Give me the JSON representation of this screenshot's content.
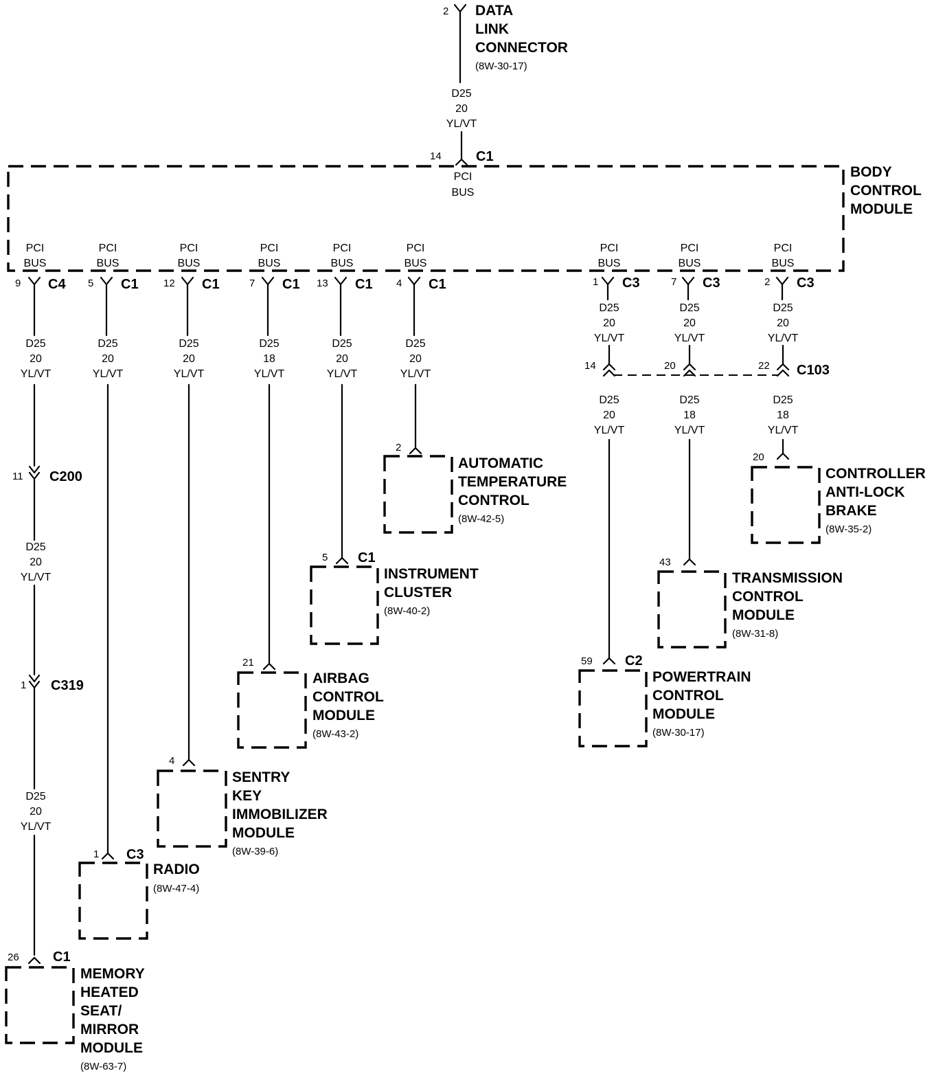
{
  "data_link_connector": {
    "pin": "2",
    "name": [
      "DATA",
      "LINK",
      "CONNECTOR"
    ],
    "ref": "(8W-30-17)",
    "wire": [
      "D25",
      "20",
      "YL/VT"
    ]
  },
  "body_control_module": {
    "name": [
      "BODY",
      "CONTROL",
      "MODULE"
    ],
    "top_pin": "14",
    "top_conn": "C1",
    "bus_label": [
      "PCI",
      "BUS"
    ],
    "bottom_pins": [
      {
        "pin": "9",
        "conn": "C4"
      },
      {
        "pin": "5",
        "conn": "C1"
      },
      {
        "pin": "12",
        "conn": "C1"
      },
      {
        "pin": "7",
        "conn": "C1"
      },
      {
        "pin": "13",
        "conn": "C1"
      },
      {
        "pin": "4",
        "conn": "C1"
      },
      {
        "pin": "1",
        "conn": "C3"
      },
      {
        "pin": "7",
        "conn": "C3"
      },
      {
        "pin": "2",
        "conn": "C3"
      }
    ]
  },
  "wires": {
    "d25_20": [
      "D25",
      "20",
      "YL/VT"
    ],
    "d25_18": [
      "D25",
      "18",
      "YL/VT"
    ]
  },
  "inline_connectors": {
    "c200": {
      "pin": "11",
      "name": "C200"
    },
    "c319": {
      "pin": "1",
      "name": "C319"
    },
    "c103": {
      "name": "C103",
      "pins": [
        "14",
        "20",
        "22"
      ]
    }
  },
  "modules": {
    "atc": {
      "pin": "2",
      "conn": "",
      "name": [
        "AUTOMATIC",
        "TEMPERATURE",
        "CONTROL"
      ],
      "ref": "(8W-42-5)"
    },
    "cluster": {
      "pin": "5",
      "conn": "C1",
      "name": [
        "INSTRUMENT",
        "CLUSTER"
      ],
      "ref": "(8W-40-2)"
    },
    "airbag": {
      "pin": "21",
      "conn": "",
      "name": [
        "AIRBAG",
        "CONTROL",
        "MODULE"
      ],
      "ref": "(8W-43-2)"
    },
    "skim": {
      "pin": "4",
      "conn": "",
      "name": [
        "SENTRY",
        "KEY",
        "IMMOBILIZER",
        "MODULE"
      ],
      "ref": "(8W-39-6)"
    },
    "radio": {
      "pin": "1",
      "conn": "C3",
      "name": [
        "RADIO"
      ],
      "ref": "(8W-47-4)"
    },
    "memory": {
      "pin": "26",
      "conn": "C1",
      "name": [
        "MEMORY",
        "HEATED",
        "SEAT/",
        "MIRROR",
        "MODULE"
      ],
      "ref": "(8W-63-7)"
    },
    "pcm": {
      "pin": "59",
      "conn": "C2",
      "name": [
        "POWERTRAIN",
        "CONTROL",
        "MODULE"
      ],
      "ref": "(8W-30-17)"
    },
    "tcm": {
      "pin": "43",
      "conn": "",
      "name": [
        "TRANSMISSION",
        "CONTROL",
        "MODULE"
      ],
      "ref": "(8W-31-8)"
    },
    "cab": {
      "pin": "20",
      "conn": "",
      "name": [
        "CONTROLLER",
        "ANTI-LOCK",
        "BRAKE"
      ],
      "ref": "(8W-35-2)"
    }
  }
}
